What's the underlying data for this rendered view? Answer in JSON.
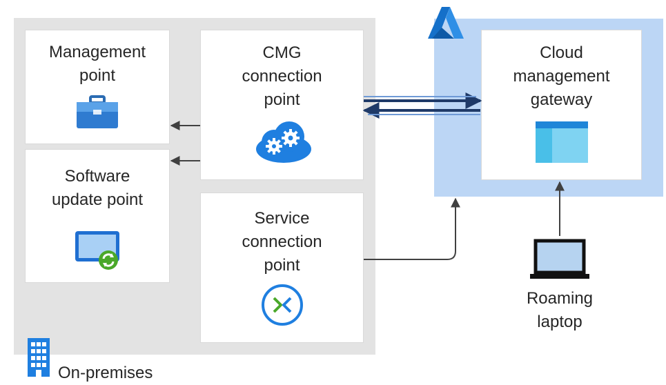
{
  "boxes": {
    "management_point": "Management\npoint",
    "software_update_point": "Software\nupdate point",
    "cmg_connection_point": "CMG\nconnection\npoint",
    "service_connection_point": "Service\nconnection\npoint",
    "cloud_management_gateway": "Cloud\nmanagement\ngateway"
  },
  "roaming_laptop": "Roaming\nlaptop",
  "on_premises": "On-premises",
  "colors": {
    "onprem_bg": "#e3e3e3",
    "azure_bg": "#bcd6f5",
    "arrow_dark": "#1f3a68",
    "arrow_gray": "#404040",
    "azure_logo": "#1570c9"
  },
  "icons": {
    "management_point": "toolbox-icon",
    "software_update_point": "tablet-sync-icon",
    "cmg_connection_point": "cloud-gears-icon",
    "service_connection_point": "connector-icon",
    "cloud_management_gateway": "window-icon",
    "azure": "azure-logo-icon",
    "laptop": "laptop-icon",
    "building": "building-icon"
  }
}
